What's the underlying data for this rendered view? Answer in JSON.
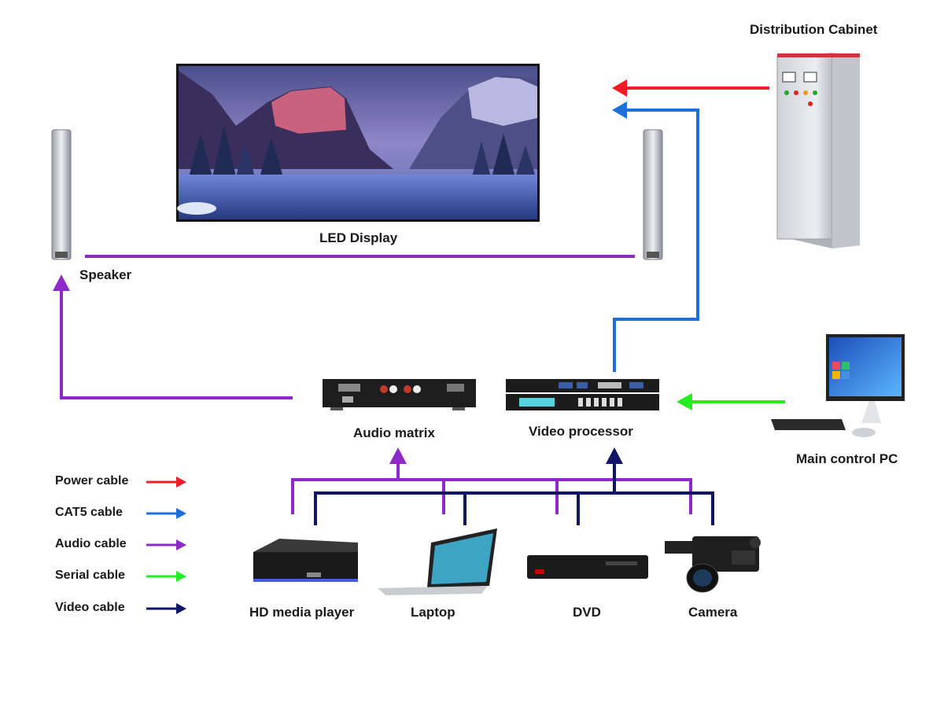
{
  "labels": {
    "distribution_cabinet": "Distribution Cabinet",
    "led_display": "LED Display",
    "speaker": "Speaker",
    "audio_matrix": "Audio matrix",
    "video_processor": "Video processor",
    "main_control_pc": "Main control PC",
    "hd_media_player": "HD media player",
    "laptop": "Laptop",
    "dvd": "DVD",
    "camera": "Camera"
  },
  "legend": [
    {
      "label": "Power cable",
      "color": "#ee1c25"
    },
    {
      "label": "CAT5 cable",
      "color": "#1e6fd9"
    },
    {
      "label": "Audio cable",
      "color": "#8e2bc8"
    },
    {
      "label": "Serial cable",
      "color": "#22ee22"
    },
    {
      "label": "Video cable",
      "color": "#101566"
    }
  ],
  "colors": {
    "power": "#ee1c25",
    "cat5": "#1e6fd9",
    "audio": "#8e2bc8",
    "serial": "#22ee22",
    "video": "#101566"
  },
  "icons": [
    "led-display-image",
    "speaker-icon",
    "distribution-cabinet-icon",
    "audio-matrix-icon",
    "video-processor-icon",
    "pc-icon",
    "media-player-icon",
    "laptop-icon",
    "dvd-icon",
    "camera-icon"
  ]
}
